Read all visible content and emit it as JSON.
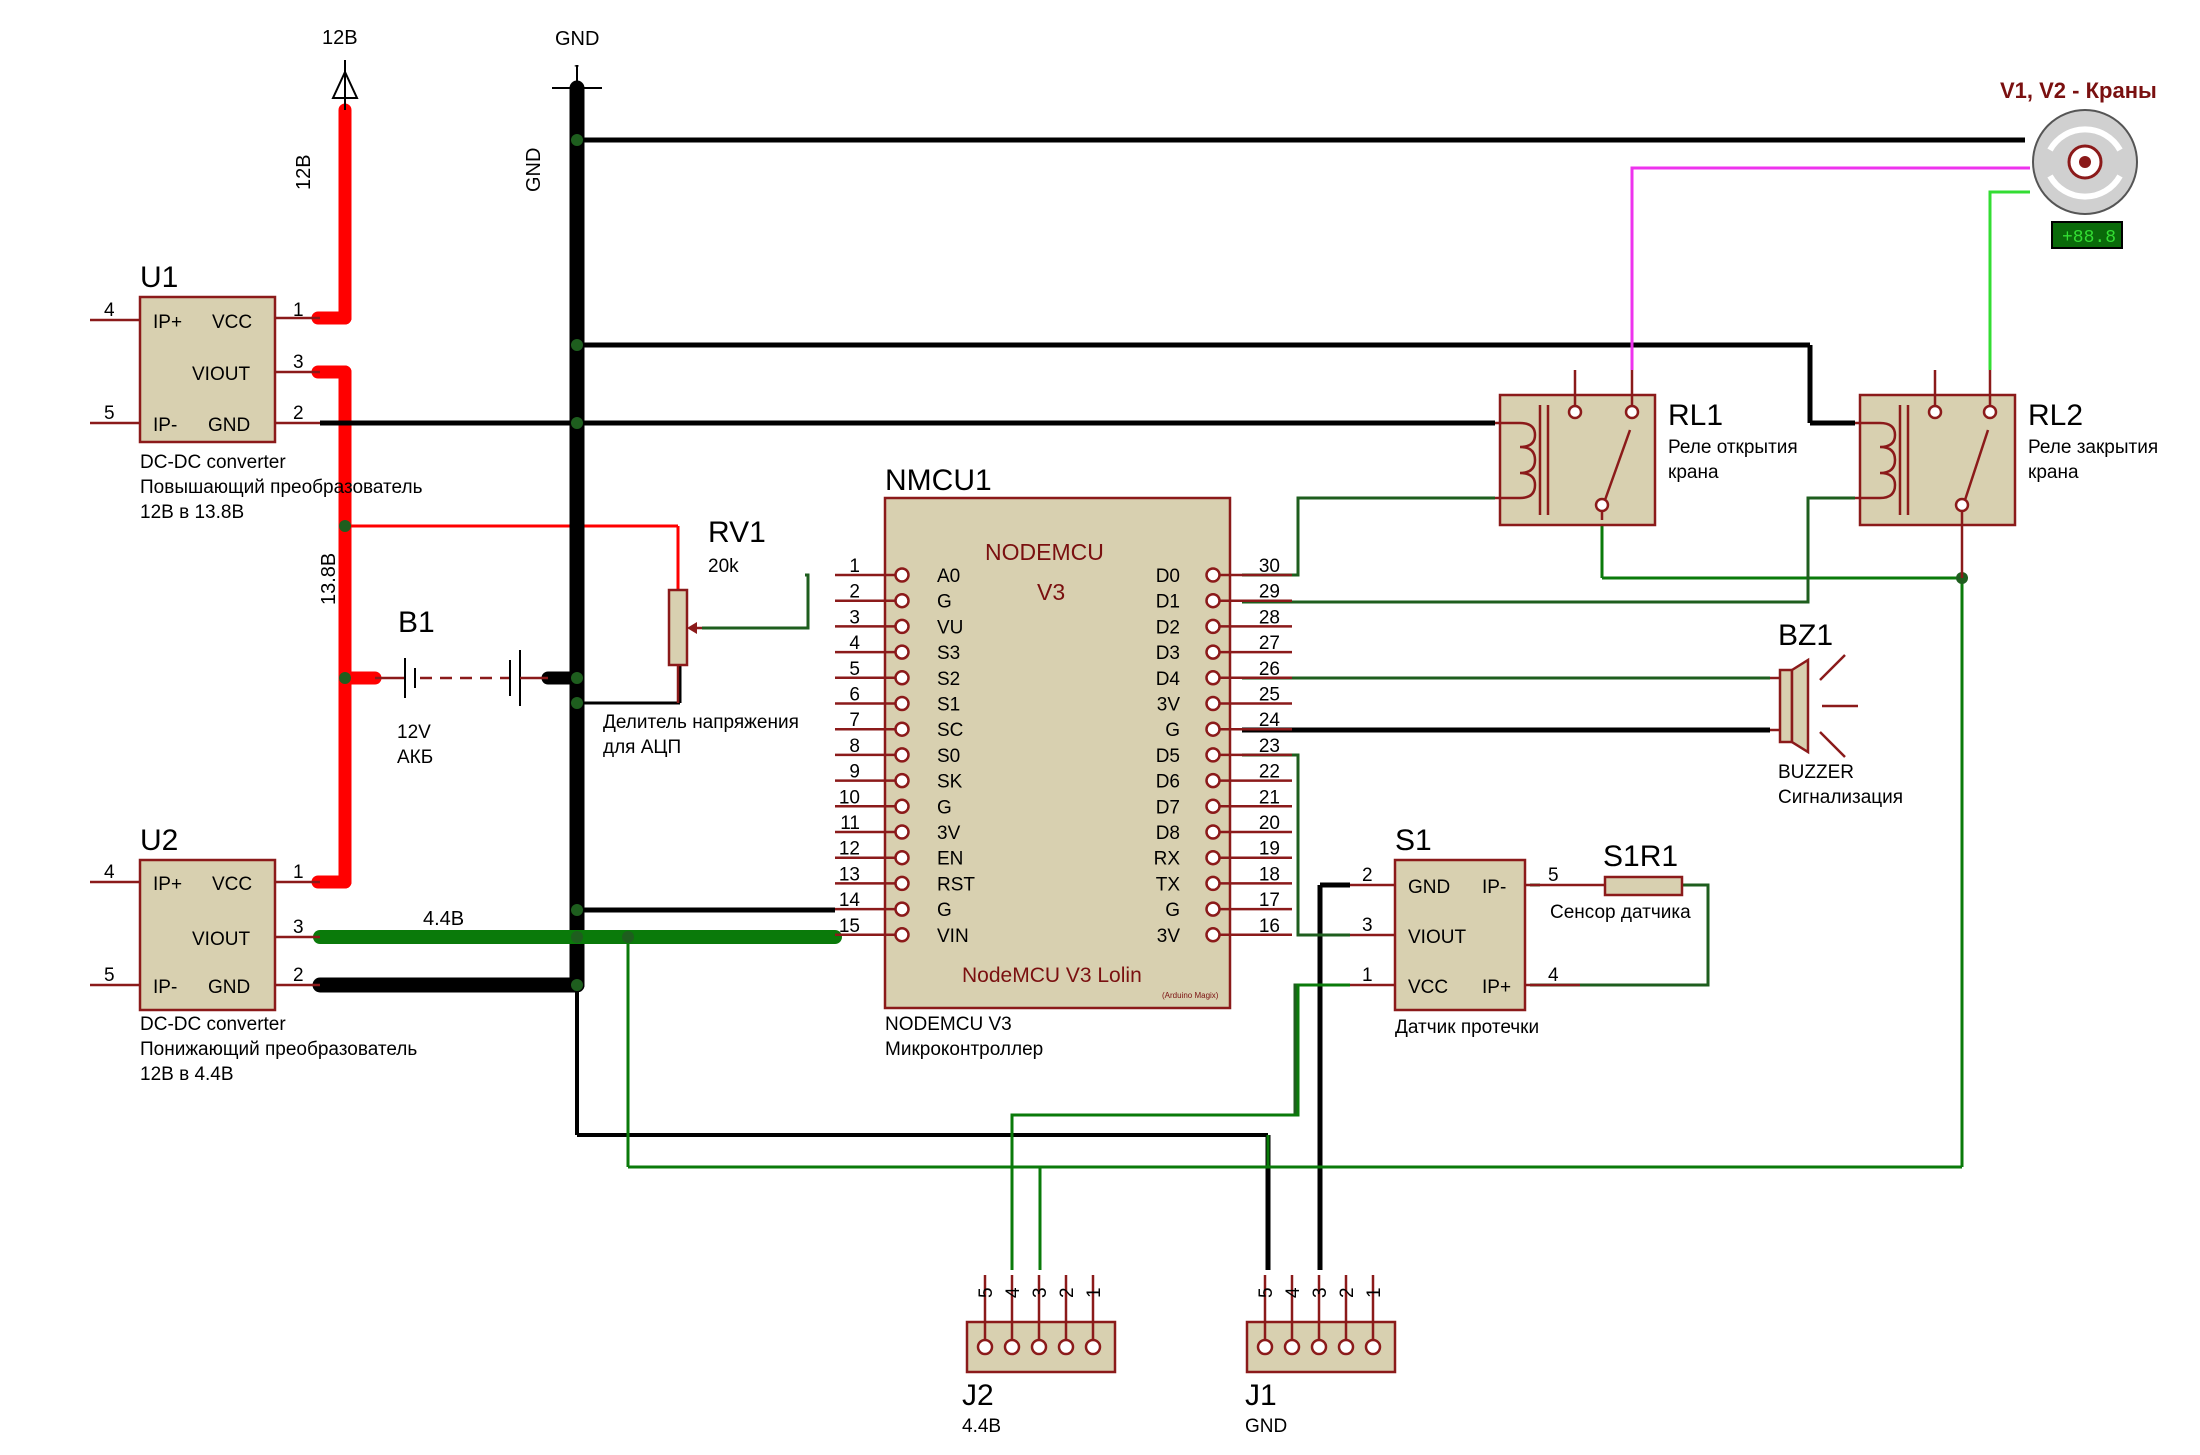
{
  "power": {
    "v12_label": "12В",
    "gnd_label": "GND",
    "net_12v": "12В",
    "net_gnd": "GND",
    "net_13v8": "13.8В",
    "net_4v4": "4.4В"
  },
  "u1": {
    "ref": "U1",
    "pins_left": [
      {
        "num": "4",
        "name": "IP+"
      },
      {
        "num": "5",
        "name": "IP-"
      }
    ],
    "pins_right": [
      {
        "num": "1",
        "name": "VCC"
      },
      {
        "num": "3",
        "name": "VIOUT"
      },
      {
        "num": "2",
        "name": "GND"
      }
    ],
    "desc1": "DC-DC converter",
    "desc2": "Повышающий преобразователь",
    "desc3": "12В в 13.8В"
  },
  "u2": {
    "ref": "U2",
    "pins_left": [
      {
        "num": "4",
        "name": "IP+"
      },
      {
        "num": "5",
        "name": "IP-"
      }
    ],
    "pins_right": [
      {
        "num": "1",
        "name": "VCC"
      },
      {
        "num": "3",
        "name": "VIOUT"
      },
      {
        "num": "2",
        "name": "GND"
      }
    ],
    "desc1": "DC-DC converter",
    "desc2": "Понижающий преобразователь",
    "desc3": "12В в 4.4В"
  },
  "b1": {
    "ref": "B1",
    "value": "12V",
    "desc": "АКБ"
  },
  "rv1": {
    "ref": "RV1",
    "value": "20k",
    "desc1": "Делитель напряжения",
    "desc2": "для АЦП"
  },
  "nmcu": {
    "ref": "NMCU1",
    "title1": "NODEMCU",
    "title2": "V3",
    "footer": "NodeMCU V3 Lolin",
    "footer_small": "(Arduino Magix)",
    "desc1": "NODEMCU V3",
    "desc2": "Микроконтроллер",
    "left_pins": [
      {
        "num": "1",
        "name": "A0"
      },
      {
        "num": "2",
        "name": "G"
      },
      {
        "num": "3",
        "name": "VU"
      },
      {
        "num": "4",
        "name": "S3"
      },
      {
        "num": "5",
        "name": "S2"
      },
      {
        "num": "6",
        "name": "S1"
      },
      {
        "num": "7",
        "name": "SC"
      },
      {
        "num": "8",
        "name": "S0"
      },
      {
        "num": "9",
        "name": "SK"
      },
      {
        "num": "10",
        "name": "G"
      },
      {
        "num": "11",
        "name": "3V"
      },
      {
        "num": "12",
        "name": "EN"
      },
      {
        "num": "13",
        "name": "RST"
      },
      {
        "num": "14",
        "name": "G"
      },
      {
        "num": "15",
        "name": "VIN"
      }
    ],
    "right_pins": [
      {
        "num": "30",
        "name": "D0"
      },
      {
        "num": "29",
        "name": "D1"
      },
      {
        "num": "28",
        "name": "D2"
      },
      {
        "num": "27",
        "name": "D3"
      },
      {
        "num": "26",
        "name": "D4"
      },
      {
        "num": "25",
        "name": "3V"
      },
      {
        "num": "24",
        "name": "G"
      },
      {
        "num": "23",
        "name": "D5"
      },
      {
        "num": "22",
        "name": "D6"
      },
      {
        "num": "21",
        "name": "D7"
      },
      {
        "num": "20",
        "name": "D8"
      },
      {
        "num": "19",
        "name": "RX"
      },
      {
        "num": "18",
        "name": "TX"
      },
      {
        "num": "17",
        "name": "G"
      },
      {
        "num": "16",
        "name": "3V"
      }
    ]
  },
  "rl1": {
    "ref": "RL1",
    "desc1": "Реле открытия",
    "desc2": "крана"
  },
  "rl2": {
    "ref": "RL2",
    "desc1": "Реле закрытия",
    "desc2": "крана"
  },
  "valve": {
    "title": "V1, V2 - Краны",
    "display": "+88.8"
  },
  "bz1": {
    "ref": "BZ1",
    "desc1": "BUZZER",
    "desc2": "Сигнализация"
  },
  "s1": {
    "ref": "S1",
    "pins_left": [
      {
        "num": "2",
        "name": "GND"
      },
      {
        "num": "3",
        "name": "VIOUT"
      },
      {
        "num": "1",
        "name": "VCC"
      }
    ],
    "pins_right": [
      {
        "num": "5",
        "name": "IP-"
      },
      {
        "num": "4",
        "name": "IP+"
      }
    ],
    "desc": "Датчик протечки"
  },
  "s1r1": {
    "ref": "S1R1",
    "desc": "Сенсор датчика"
  },
  "j2": {
    "ref": "J2",
    "desc": "4.4В",
    "pins": [
      "5",
      "4",
      "3",
      "2",
      "1"
    ]
  },
  "j1": {
    "ref": "J1",
    "desc": "GND",
    "pins": [
      "5",
      "4",
      "3",
      "2",
      "1"
    ]
  },
  "colors": {
    "red": "#ff0000",
    "black": "#000000",
    "green": "#0a7a0a",
    "lime": "#33dd33",
    "magenta": "#ee33ee",
    "dark_green": "#1e5e1e",
    "body": "#d8d0b0",
    "outline": "#8b1a1a"
  }
}
